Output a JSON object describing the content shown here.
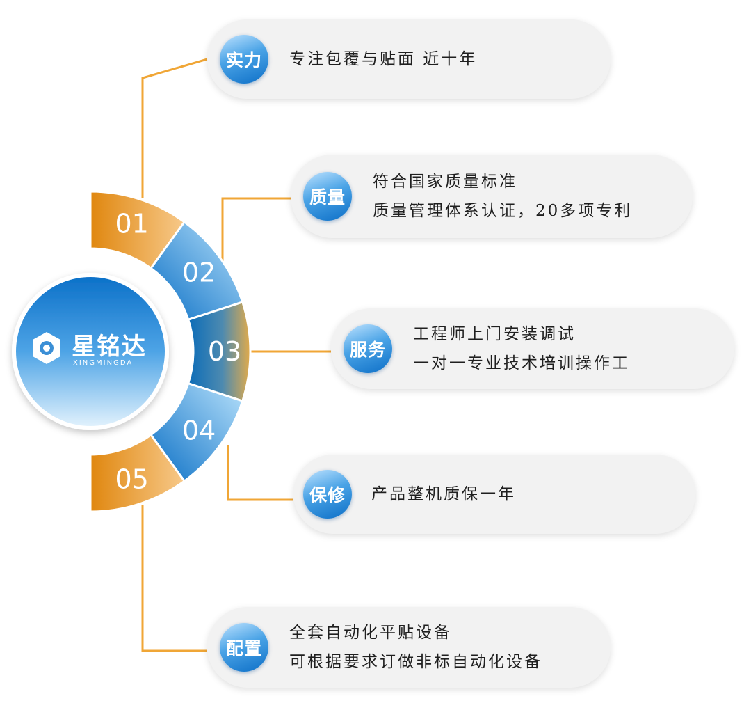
{
  "logo": {
    "name": "星铭达",
    "subtitle": "XINGMINGDA"
  },
  "segments": [
    "01",
    "02",
    "03",
    "04",
    "05"
  ],
  "cards": [
    {
      "title": "实力",
      "lines": [
        "专注包覆与贴面 近十年"
      ]
    },
    {
      "title": "质量",
      "lines": [
        "符合国家质量标准",
        "质量管理体系认证，20多项专利"
      ]
    },
    {
      "title": "服务",
      "lines": [
        "工程师上门安装调试",
        "一对一专业技术培训操作工"
      ]
    },
    {
      "title": "保修",
      "lines": [
        "产品整机质保一年"
      ]
    },
    {
      "title": "配置",
      "lines": [
        "全套自动化平贴设备",
        "可根据要求订做非标自动化设备"
      ]
    }
  ],
  "colors": {
    "orange_accent": "#e9a233",
    "connector_line": "#f0a636",
    "blue_dark": "#0b73c9",
    "blue_light": "#9fd4f7",
    "card_bg": "#f2f2f2"
  }
}
